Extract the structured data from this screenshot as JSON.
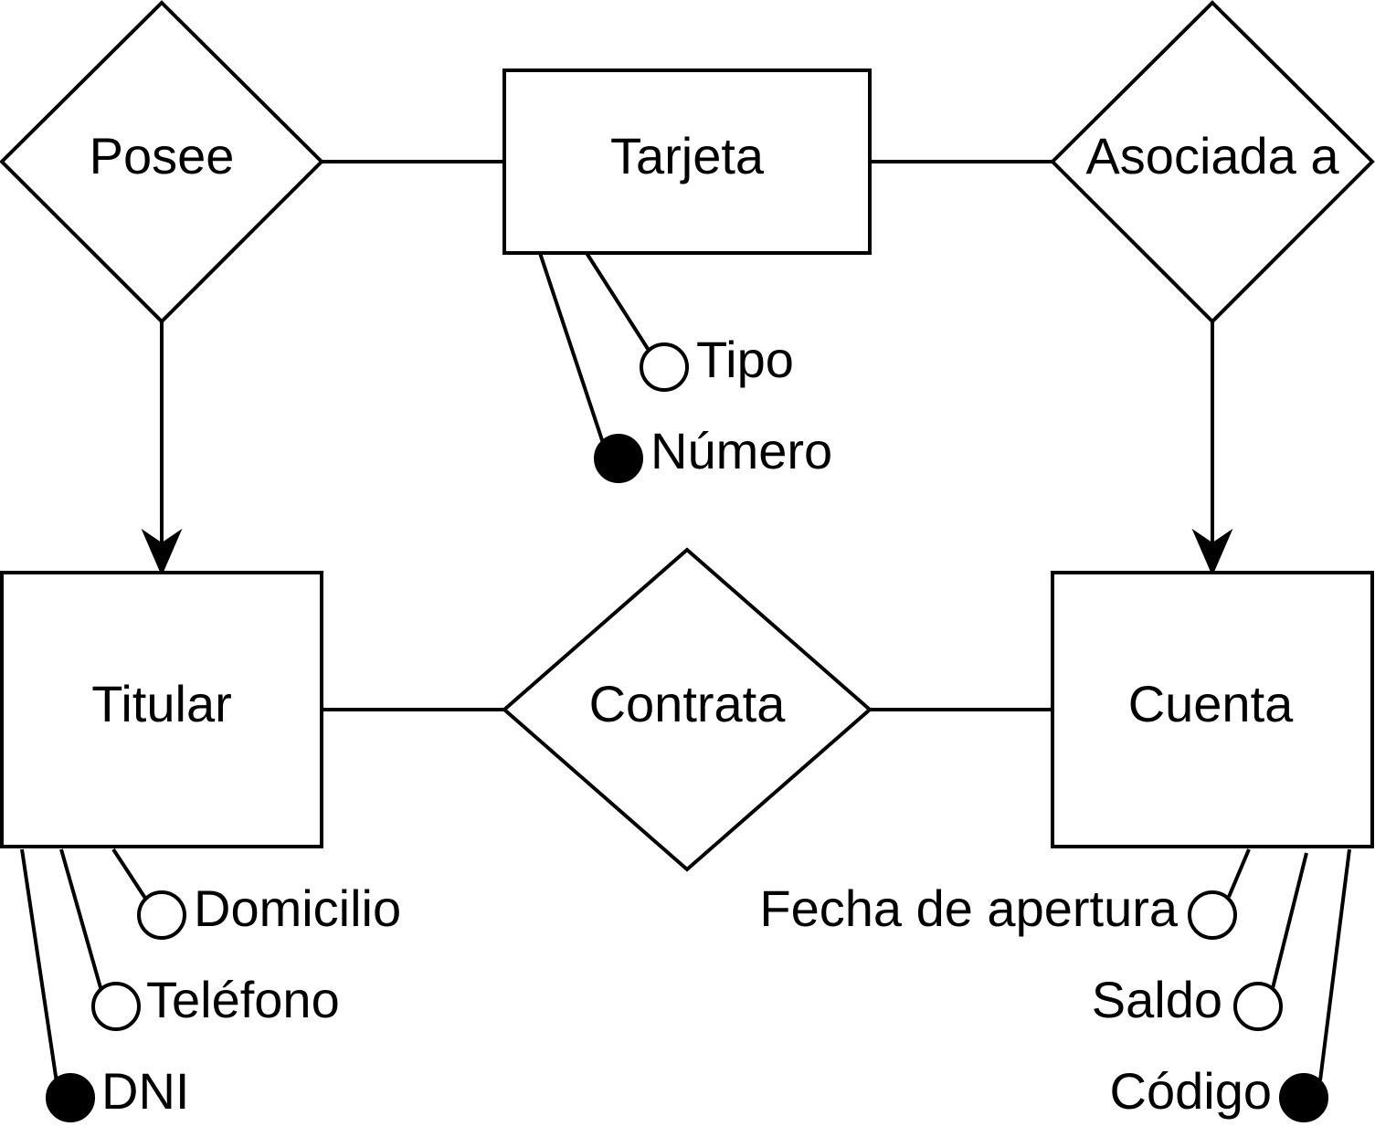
{
  "colors": {
    "stroke": "#000000",
    "background": "#ffffff"
  },
  "entities": {
    "tarjeta": "Tarjeta",
    "titular": "Titular",
    "cuenta": "Cuenta"
  },
  "relationships": {
    "posee": "Posee",
    "asociada": "Asociada a",
    "contrata": "Contrata"
  },
  "attributes": {
    "tarjeta": [
      {
        "label": "Tipo",
        "key": false
      },
      {
        "label": "Número",
        "key": true
      }
    ],
    "titular": [
      {
        "label": "Domicilio",
        "key": false
      },
      {
        "label": "Teléfono",
        "key": false
      },
      {
        "label": "DNI",
        "key": true
      }
    ],
    "cuenta": [
      {
        "label": "Fecha de apertura",
        "key": false
      },
      {
        "label": "Saldo",
        "key": false
      },
      {
        "label": "Código",
        "key": true
      }
    ]
  }
}
